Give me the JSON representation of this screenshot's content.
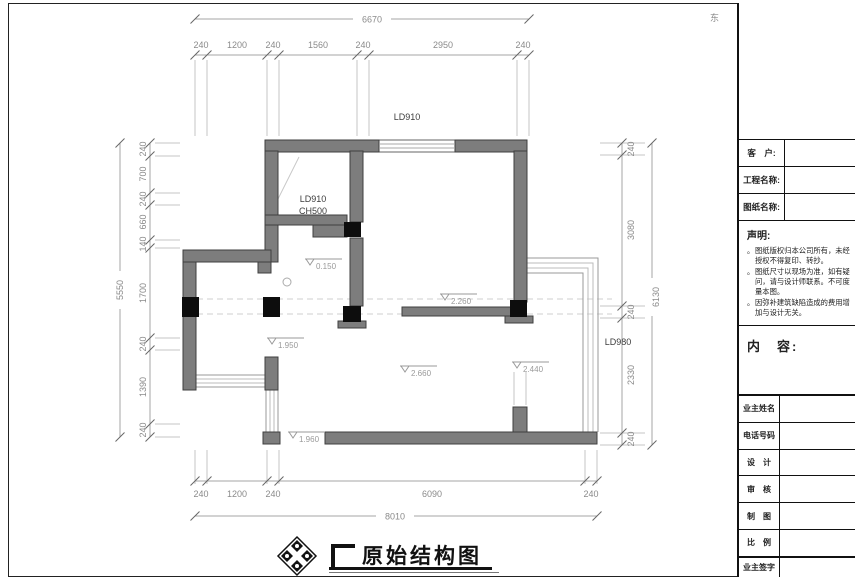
{
  "sheet": {
    "compass_label": "东",
    "title": "原始结构图"
  },
  "title_block": {
    "fields": [
      {
        "label": "客　户:"
      },
      {
        "label": "工程名称:"
      },
      {
        "label": "图纸名称:"
      }
    ],
    "declaration": {
      "heading": "声明:",
      "bullet": "。",
      "items": [
        "图纸版权归本公司所有，未经授权不得复印、转抄。",
        "图纸尺寸以现场为准，如有疑问，请与设计师联系。不可度量本图。",
        "因弥补建筑缺陷造成的费用增加与设计无关。"
      ]
    },
    "content_heading": "内　容:",
    "info_rows": [
      {
        "label": "业主姓名"
      },
      {
        "label": "电话号码"
      },
      {
        "label": "设　计"
      },
      {
        "label": "审　核"
      },
      {
        "label": "制　图"
      },
      {
        "label": "比　例"
      }
    ],
    "signature_row": {
      "label": "业主签字"
    }
  },
  "plan": {
    "window_labels": {
      "top": "LD910",
      "room_line1": "LD910",
      "room_line2": "CH500",
      "right": "LD980"
    },
    "level_markers": [
      "0.150",
      "1.950",
      "2.260",
      "2.660",
      "2.440",
      "1.960"
    ],
    "dimensions": {
      "top_total": "6670",
      "top_chain": [
        "240",
        "1200",
        "240",
        "1560",
        "240",
        "2950",
        "240"
      ],
      "left_total": "5550",
      "left_chain": [
        "240",
        "700",
        "240",
        "660",
        "140",
        "1700",
        "240",
        "1390",
        "240"
      ],
      "right_total": "6130",
      "right_chain": [
        "240",
        "3080",
        "240",
        "2330",
        "240"
      ],
      "bottom_total": "8010",
      "bottom_chain": [
        "240",
        "1200",
        "240",
        "6090",
        "240"
      ]
    }
  }
}
